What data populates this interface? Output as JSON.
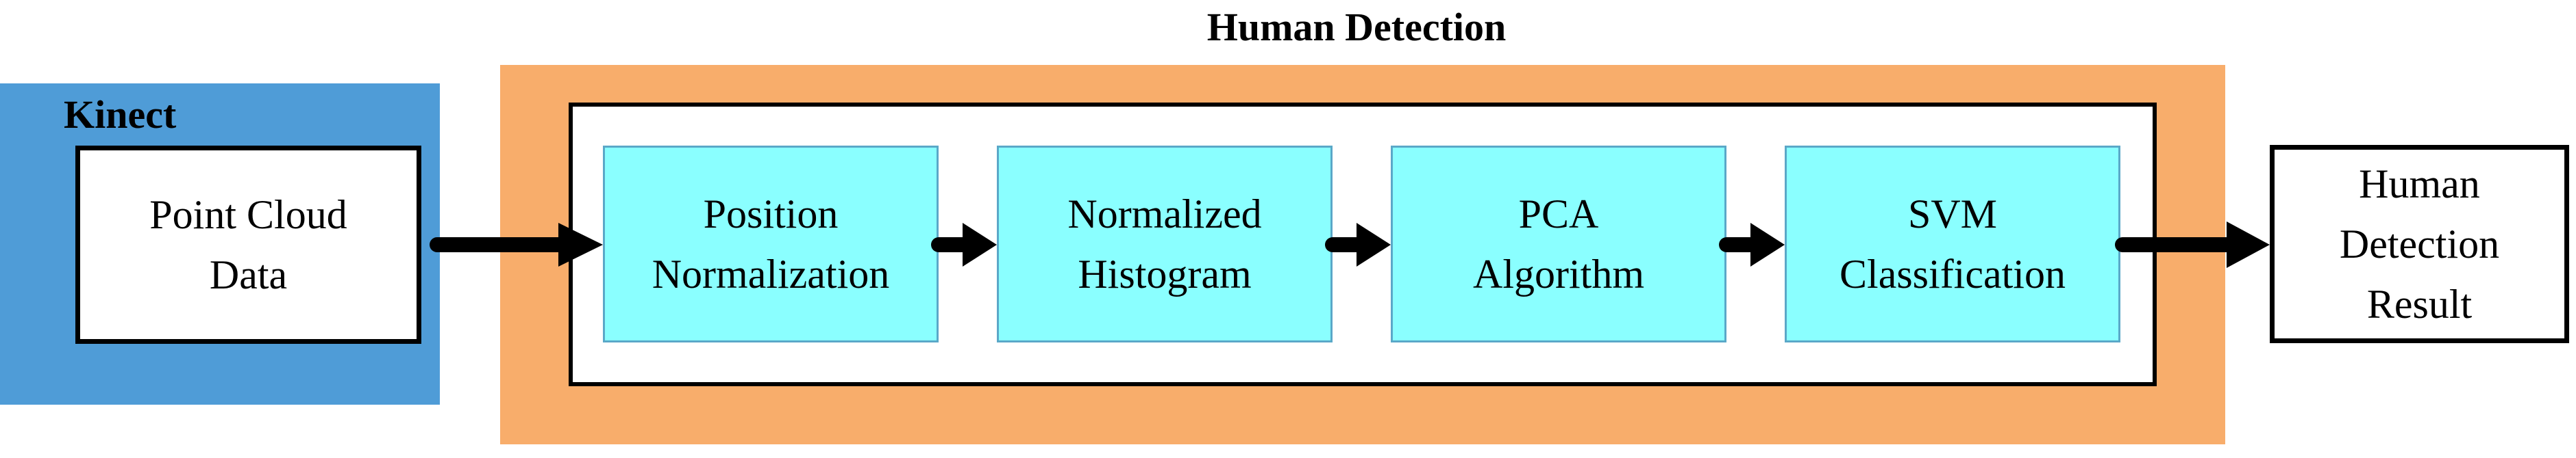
{
  "diagram": {
    "title": "Human Detection",
    "kinect": {
      "label": "Kinect",
      "source_box": "Point Cloud\nData"
    },
    "pipeline": [
      {
        "label": "Position\nNormalization"
      },
      {
        "label": "Normalized\nHistogram"
      },
      {
        "label": "PCA\nAlgorithm"
      },
      {
        "label": "SVM\nClassification"
      }
    ],
    "output_box": "Human\nDetection\nResult"
  }
}
